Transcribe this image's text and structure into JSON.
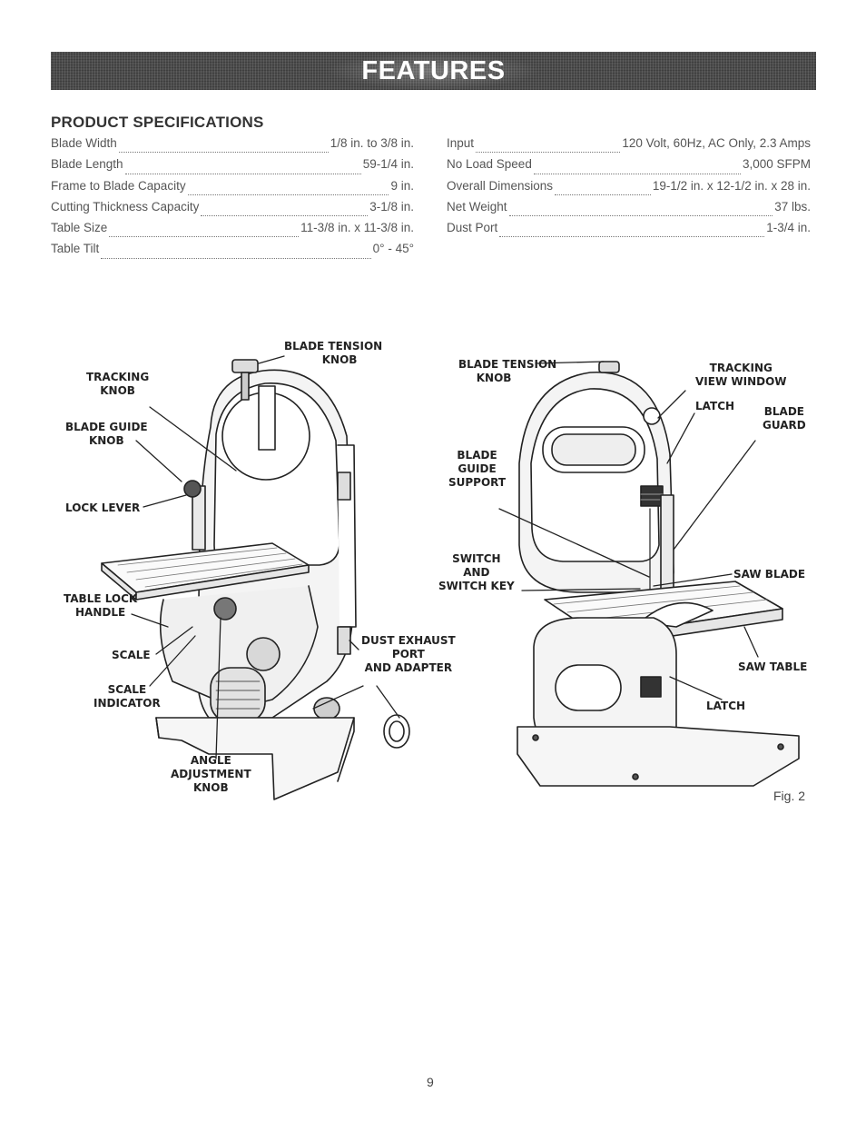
{
  "banner": {
    "title": "FEATURES"
  },
  "specs": {
    "heading": "PRODUCT SPECIFICATIONS",
    "left": [
      {
        "label": "Blade Width",
        "value": "1/8 in. to 3/8 in."
      },
      {
        "label": "Blade Length",
        "value": "59-1/4 in."
      },
      {
        "label": "Frame to Blade Capacity",
        "value": "9 in."
      },
      {
        "label": "Cutting Thickness Capacity",
        "value": "3-1/8 in."
      },
      {
        "label": "Table Size",
        "value": "11-3/8 in. x 11-3/8 in."
      },
      {
        "label": "Table Tilt",
        "value": "0° - 45°"
      }
    ],
    "right": [
      {
        "label": "Input",
        "value": "120 Volt, 60Hz, AC Only, 2.3 Amps"
      },
      {
        "label": "No Load Speed",
        "value": "3,000 SFPM"
      },
      {
        "label": "Overall Dimensions",
        "value": "19-1/2 in. x 12-1/2 in. x 28 in."
      },
      {
        "label": "Net Weight",
        "value": "37 lbs."
      },
      {
        "label": "Dust Port",
        "value": "1-3/4 in."
      }
    ]
  },
  "figure": {
    "left_callouts": {
      "blade_tension_knob": [
        "BLADE TENSION",
        "KNOB"
      ],
      "tracking_knob": [
        "TRACKING",
        "KNOB"
      ],
      "blade_guide_knob": [
        "BLADE GUIDE",
        "KNOB"
      ],
      "lock_lever": [
        "LOCK LEVER"
      ],
      "table_lock_handle": [
        "TABLE LOCK",
        "HANDLE"
      ],
      "scale": [
        "SCALE"
      ],
      "scale_indicator": [
        "SCALE",
        "INDICATOR"
      ],
      "angle_adjustment_knob": [
        "ANGLE",
        "ADJUSTMENT",
        "KNOB"
      ],
      "dust_exhaust_port": [
        "DUST EXHAUST",
        "PORT",
        "AND ADAPTER"
      ]
    },
    "right_callouts": {
      "blade_tension_knob": [
        "BLADE TENSION",
        "KNOB"
      ],
      "tracking_view_window": [
        "TRACKING",
        "VIEW WINDOW"
      ],
      "latch_top": [
        "LATCH"
      ],
      "blade_guard": [
        "BLADE",
        "GUARD"
      ],
      "blade_guide_support": [
        "BLADE",
        "GUIDE",
        "SUPPORT"
      ],
      "switch_and_key": [
        "SWITCH",
        "AND",
        "SWITCH KEY"
      ],
      "saw_blade": [
        "SAW BLADE"
      ],
      "saw_table": [
        "SAW TABLE"
      ],
      "latch_bottom": [
        "LATCH"
      ]
    },
    "fig_label": "Fig. 2"
  },
  "page_number": "9"
}
